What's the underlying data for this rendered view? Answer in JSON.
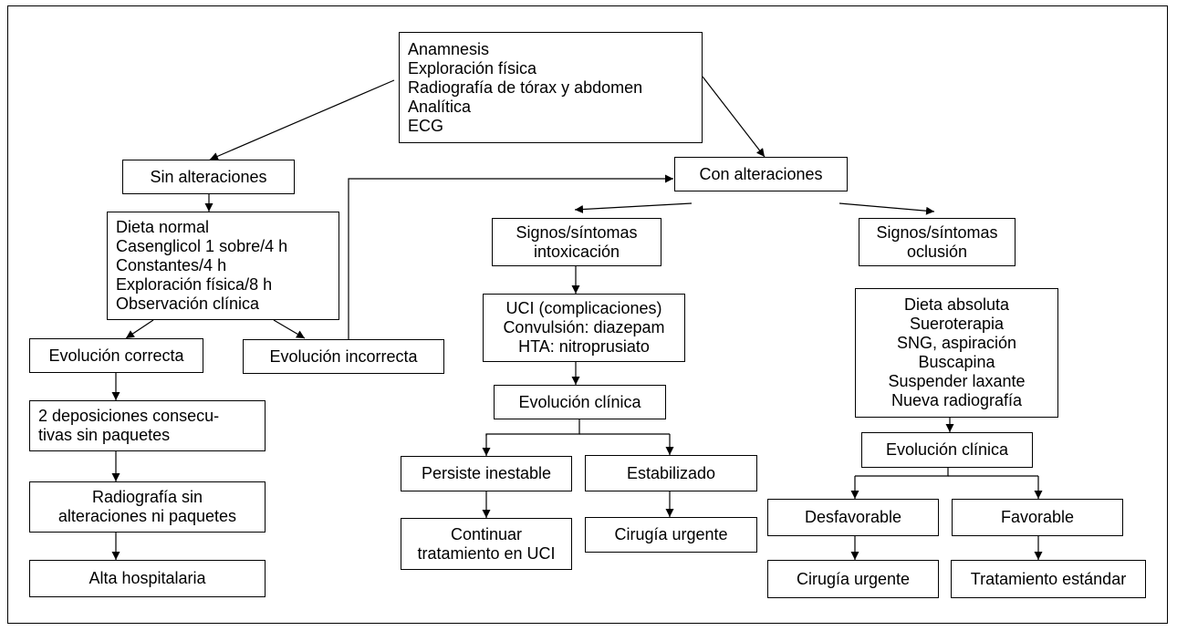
{
  "nodes": {
    "initial": [
      "Anamnesis",
      "Exploración física",
      "Radiografía de tórax y abdomen",
      "Analítica",
      "ECG"
    ],
    "sin_alteraciones": [
      "Sin alteraciones"
    ],
    "con_alteraciones": [
      "Con alteraciones"
    ],
    "dieta_normal": [
      "Dieta normal",
      "Casenglicol 1 sobre/4 h",
      "Constantes/4 h",
      "Exploración física/8 h",
      "Observación clínica"
    ],
    "evolucion_correcta": [
      "Evolución correcta"
    ],
    "evolucion_incorrecta": [
      "Evolución incorrecta"
    ],
    "deposiciones": [
      "2 deposiciones consecu-",
      "tivas sin paquetes"
    ],
    "radiografia_sin": [
      "Radiografía sin",
      "alteraciones ni paquetes"
    ],
    "alta": [
      "Alta hospitalaria"
    ],
    "intoxicacion": [
      "Signos/síntomas",
      "intoxicación"
    ],
    "oclusion": [
      "Signos/síntomas",
      "oclusión"
    ],
    "uci": [
      "UCI (complicaciones)",
      "Convulsión: diazepam",
      "HTA: nitroprusiato"
    ],
    "evolucion_clinica_1": [
      "Evolución clínica"
    ],
    "persiste_inestable": [
      "Persiste inestable"
    ],
    "estabilizado": [
      "Estabilizado"
    ],
    "continuar_uci": [
      "Continuar",
      "tratamiento en UCI"
    ],
    "cirugia_urgente_1": [
      "Cirugía urgente"
    ],
    "dieta_absoluta": [
      "Dieta absoluta",
      "Sueroterapia",
      "SNG, aspiración",
      "Buscapina",
      "Suspender laxante",
      "Nueva radiografía"
    ],
    "evolucion_clinica_2": [
      "Evolución clínica"
    ],
    "desfavorable": [
      "Desfavorable"
    ],
    "favorable": [
      "Favorable"
    ],
    "cirugia_urgente_2": [
      "Cirugía urgente"
    ],
    "tratamiento_estandar": [
      "Tratamiento estándar"
    ]
  }
}
